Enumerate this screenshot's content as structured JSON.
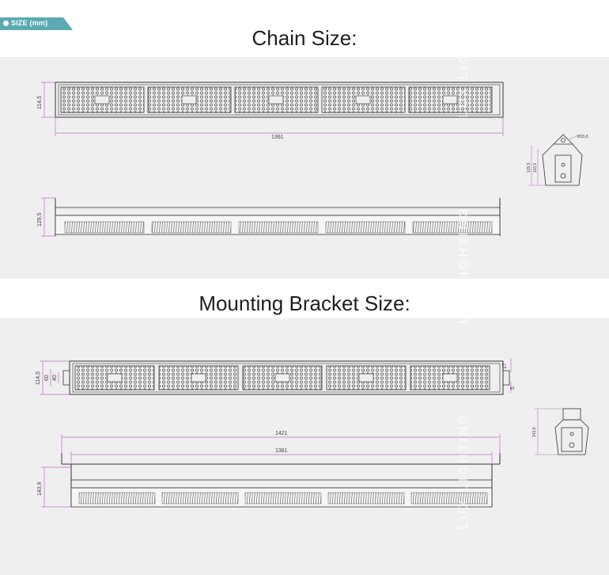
{
  "badge": {
    "label": "SIZE (mm)",
    "color": "#5aa9b3"
  },
  "sections": {
    "chain": {
      "title": "Chain Size:"
    },
    "bracket": {
      "title": "Mounting Bracket Size:"
    }
  },
  "watermark": {
    "text": "LUX LIGHTING"
  },
  "dimensions": {
    "chain_top_height": "114,5",
    "chain_length": "1361",
    "chain_side_height": "129,5",
    "chain_end_height_1": "129,5",
    "chain_end_height_2": "116,9",
    "chain_end_hole": "Ø15,8",
    "bracket_top_height": "114,5",
    "bracket_inner_1": "60",
    "bracket_inner_2": "40",
    "bracket_side_small": "17",
    "bracket_side_5": "5",
    "bracket_length_total": "1421",
    "bracket_length_inner": "1361",
    "bracket_side_height": "143,9",
    "bracket_end_height": "143,9"
  },
  "colors": {
    "dim_line": "#c46ad1",
    "panel": "#efefef",
    "drawing": "#333333"
  }
}
